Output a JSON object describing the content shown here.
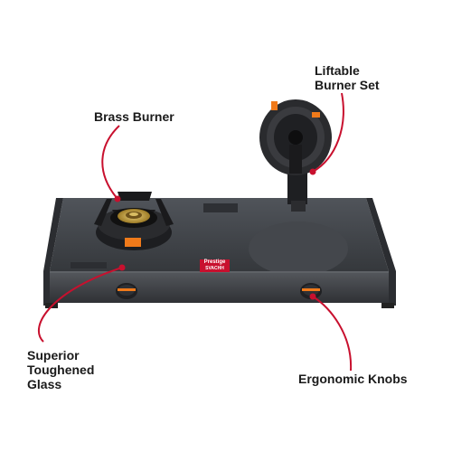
{
  "callouts": {
    "brass_burner": "Brass Burner",
    "liftable_line1": "Liftable",
    "liftable_line2": "Burner Set",
    "glass_line1": "Superior",
    "glass_line2": "Toughened",
    "glass_line3": "Glass",
    "knobs": "Ergonomic Knobs"
  },
  "product": {
    "brand_label": "Prestige",
    "model_label": "SVACHH"
  },
  "colors": {
    "accent_red": "#c8102e",
    "orange": "#f07a1a",
    "glass_dark": "#3c3f44",
    "frame": "#4a4d52",
    "brass": "#c9a447"
  },
  "icons": {
    "pointer_dot": "red-dot-icon",
    "knob": "knob-icon",
    "burner": "burner-icon"
  }
}
